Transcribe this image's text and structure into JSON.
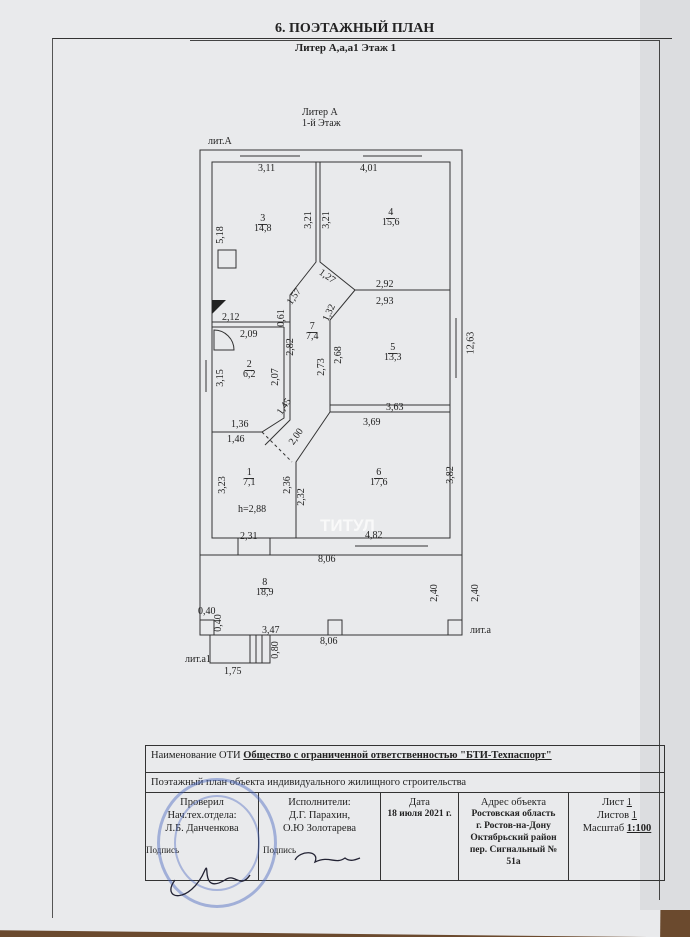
{
  "header": {
    "title": "6. ПОЭТАЖНЫЙ ПЛАН",
    "subtitle": "Литер А,а,а1 Этаж 1",
    "liter": "Литер А",
    "floor": "1-й Этаж"
  },
  "plan": {
    "liter_labels": {
      "lit_A": "лит.А",
      "lit_a": "лит.а",
      "lit_a1": "лит.а1"
    },
    "rooms": [
      {
        "number": "1",
        "area": "7,1"
      },
      {
        "number": "2",
        "area": "6,2"
      },
      {
        "number": "3",
        "area": "14,8"
      },
      {
        "number": "4",
        "area": "15,6"
      },
      {
        "number": "5",
        "area": "13,3"
      },
      {
        "number": "6",
        "area": "17,6"
      },
      {
        "number": "7",
        "area": "7,4"
      },
      {
        "number": "8",
        "area": "18,9"
      }
    ],
    "height": "h=2,88",
    "dims": {
      "d311": "3,11",
      "d401": "4,01",
      "d321a": "3,21",
      "d321b": "3,21",
      "d518": "5,18",
      "d127": "1,27",
      "d157": "1,57",
      "d292": "2,92",
      "d293": "2,93",
      "d132": "1,32",
      "d061": "0,61",
      "d212": "2,12",
      "d209": "2,09",
      "d282": "2,82",
      "d273": "2,73",
      "d268": "2,68",
      "d1263": "12,63",
      "d315": "3,15",
      "d207": "2,07",
      "d145": "1,45",
      "d363": "3,63",
      "d369": "3,69",
      "d136": "1,36",
      "d146": "1,46",
      "d200": "2,00",
      "d323": "3,23",
      "d236": "2,36",
      "d232": "2,32",
      "d382": "3,82",
      "d231": "2,31",
      "d482": "4,82",
      "d806a": "8,06",
      "d240a": "2,40",
      "d240b": "2,40",
      "d040a": "0,40",
      "d040b": "0,40",
      "d347": "3,47",
      "d806b": "8,06",
      "d080": "0,80",
      "d175": "1,75"
    }
  },
  "watermarks": {
    "titul": "ТИТУЛ"
  },
  "table": {
    "oti_label": "Наименование ОТИ",
    "oti_value": "Общество с ограниченной ответственностью \"БТИ-Техпаспорт\"",
    "object": "Поэтажный план объекта индивидуального жилищного строительства",
    "checked": [
      "Проверил",
      "Нач.тех.отдела:",
      "Л.Б. Данченкова"
    ],
    "sign1": "Подпись",
    "executors": [
      "Исполнители:",
      "Д.Г. Парахин,",
      "О.Ю Золотарева"
    ],
    "sign2": "Подпись",
    "date_label": "Дата",
    "date": "18 июля 2021 г.",
    "address_label": "Адрес объекта",
    "address": [
      "Ростовская область",
      "г. Ростов-на-Дону",
      "Октябрьский район",
      "пер. Сигнальный №",
      "51а"
    ],
    "sheet_label": "Лист",
    "sheet": "1",
    "sheets_label": "Листов",
    "sheets": "1",
    "scale_label": "Масштаб",
    "scale": "1:100"
  }
}
